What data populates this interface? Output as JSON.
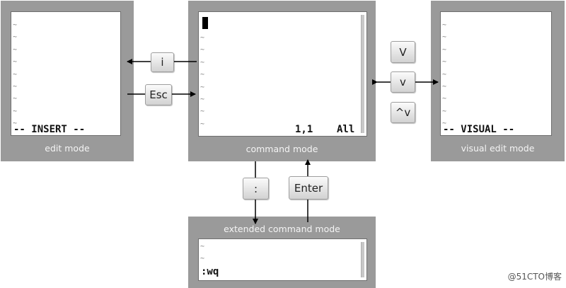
{
  "panels": {
    "edit": {
      "label": "edit mode",
      "status": "-- INSERT --"
    },
    "command": {
      "label": "command mode",
      "status": "1,1    All"
    },
    "visual": {
      "label": "visual edit mode",
      "status": "-- VISUAL --"
    },
    "extended": {
      "label": "extended command mode",
      "status": ":wq"
    }
  },
  "tilde": "~",
  "keys": {
    "i": "i",
    "esc": "Esc",
    "visual_line": "V",
    "visual_char": "v",
    "visual_block": "^v",
    "colon": ":",
    "enter": "Enter"
  },
  "watermark": "@51CTO博客"
}
